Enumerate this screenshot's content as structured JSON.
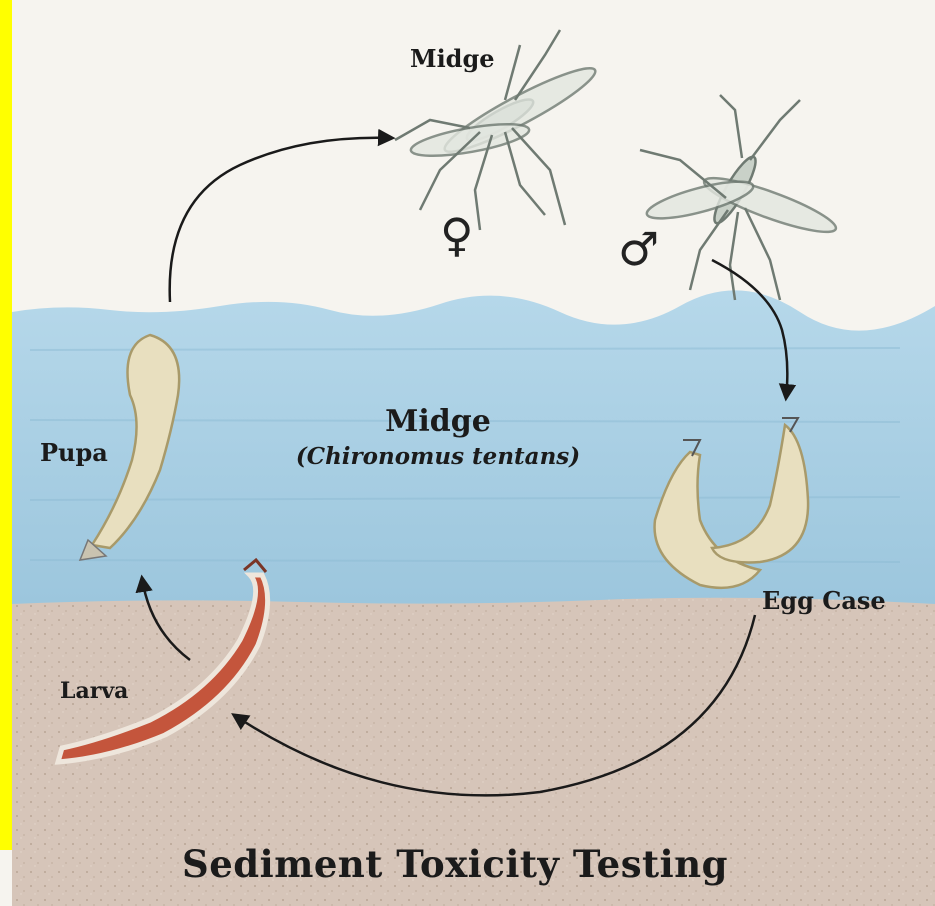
{
  "labels": {
    "midge_top": "Midge",
    "female_symbol": "♀",
    "male_symbol": "♂",
    "pupa": "Pupa",
    "center_name": "Midge",
    "center_scientific": "(Chironomus tentans)",
    "egg_case": "Egg Case",
    "larva": "Larva",
    "title": "Sediment Toxicity Testing"
  },
  "colors": {
    "frame_accent": "#ffff00",
    "sky": "#f6f4ef",
    "water": "#a9cfe3",
    "sediment": "#d4c2b6",
    "larva": "#c4553c",
    "arrows": "#1a1a1a"
  }
}
